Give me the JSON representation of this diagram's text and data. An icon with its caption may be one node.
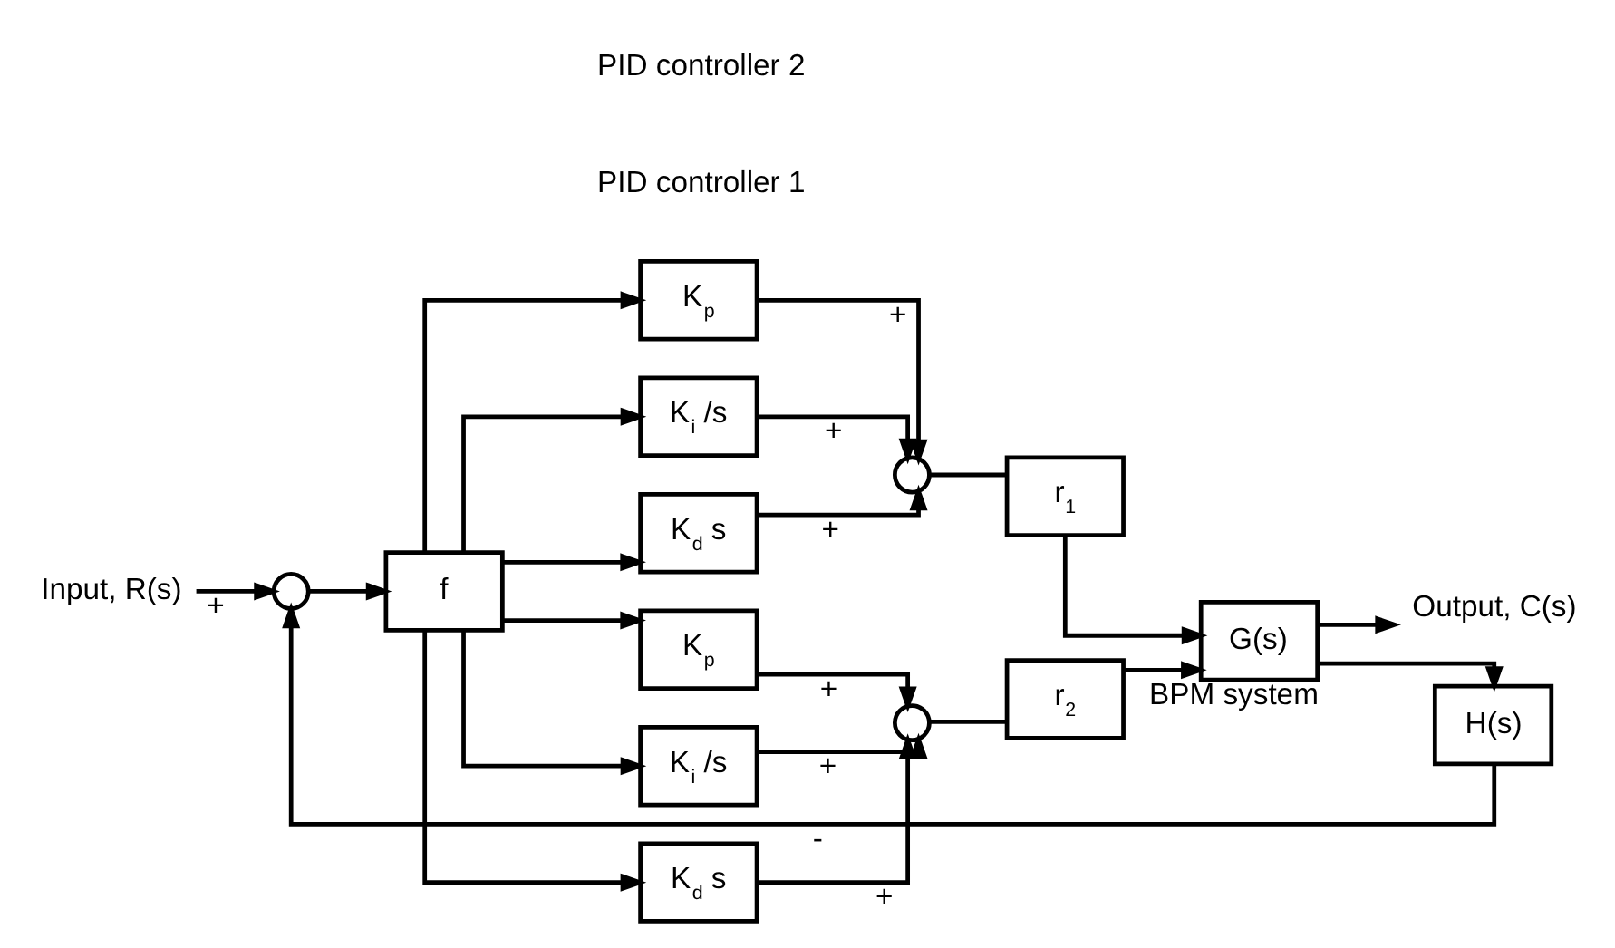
{
  "diagram": {
    "nodes": [
      {
        "text": [
          "Input, R(s)"
        ]
      },
      {
        "text": [],
        "shape": "circle"
      },
      {
        "text": [
          "f"
        ]
      },
      {
        "text": [
          "K$_{p}$"
        ]
      },
      {
        "text": [
          "K$_{i}$ /s"
        ]
      },
      {
        "text": [
          "K$_{d}$ s"
        ]
      },
      {
        "text": [],
        "shape": "circle"
      },
      {
        "text": [
          "r$_{1}$"
        ]
      },
      {
        "text": [
          "K$_{p}$"
        ]
      },
      {
        "text": [
          "K$_{i}$ /s"
        ]
      },
      {
        "text": [
          "K$_{d}$ s"
        ]
      },
      {
        "text": [],
        "shape": "circle"
      },
      {
        "text": [
          "r$_{2}$"
        ]
      },
      {
        "text": [
          "G(s)"
        ],
        "beside": [
          "BPM system"
        ]
      },
      {
        "text": [
          "Output, C(s)"
        ]
      },
      {
        "text": [
          "H(s)"
        ]
      }
    ],
    "edges": [
      {
        "from": 0,
        "to": 1,
        "arrow": "to",
        "label": "+"
      },
      {
        "from": 1,
        "to": 2,
        "arrow": "to"
      },
      {
        "from": 2,
        "to": 3,
        "arrow": "to"
      },
      {
        "from": 2,
        "to": 4,
        "arrow": "to"
      },
      {
        "from": 2,
        "to": 5,
        "arrow": "to"
      },
      {
        "from": 3,
        "to": 6,
        "arrow": "to",
        "label": "+"
      },
      {
        "from": 4,
        "to": 6,
        "arrow": "to",
        "label": "+"
      },
      {
        "from": 5,
        "to": 6,
        "arrow": "to",
        "label": "+"
      },
      {
        "from": 6,
        "to": 7,
        "arrow": "none"
      },
      {
        "from": 2,
        "to": 8,
        "arrow": "to"
      },
      {
        "from": 2,
        "to": 9,
        "arrow": "to"
      },
      {
        "from": 2,
        "to": 10,
        "arrow": "to"
      },
      {
        "from": 8,
        "to": 11,
        "arrow": "to",
        "label": "+"
      },
      {
        "from": 9,
        "to": 11,
        "arrow": "to",
        "label": "+"
      },
      {
        "from": 10,
        "to": 11,
        "arrow": "to",
        "label": "+"
      },
      {
        "from": 11,
        "to": 12,
        "arrow": "none"
      },
      {
        "from": 7,
        "to": 13,
        "arrow": "to"
      },
      {
        "from": 12,
        "to": 13,
        "arrow": "to"
      },
      {
        "from": 13,
        "to": 14,
        "arrow": "to"
      },
      {
        "from": 13,
        "to": 15,
        "arrow": "to"
      },
      {
        "from": 15,
        "to": 1,
        "arrow": "to",
        "label": "-"
      }
    ],
    "labels": [
      "PID controller 1",
      "PID controller 2"
    ]
  }
}
